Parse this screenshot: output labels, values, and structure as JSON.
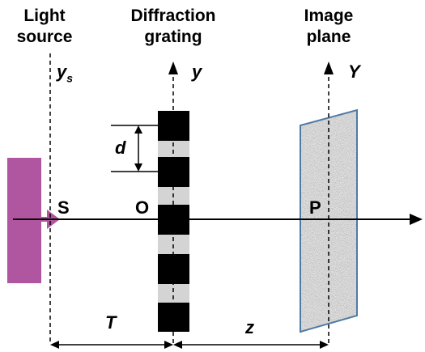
{
  "headers": {
    "light_source": [
      "Light",
      "source"
    ],
    "diffraction_grating": [
      "Diffraction",
      "grating"
    ],
    "image_plane": [
      "Image",
      "plane"
    ]
  },
  "axes": {
    "ys": "y",
    "ys_sub": "s",
    "y": "y",
    "Y": "Y"
  },
  "points": {
    "S": "S",
    "O": "O",
    "P": "P"
  },
  "dims": {
    "d": "d",
    "T": "T",
    "z": "z"
  },
  "colors": {
    "source_fill": "#b0559f",
    "grating_dark": "#000000",
    "grating_light": "#d4d4d4",
    "screen_border": "#4f7aa3",
    "screen_fill": "#a9a9a9"
  }
}
